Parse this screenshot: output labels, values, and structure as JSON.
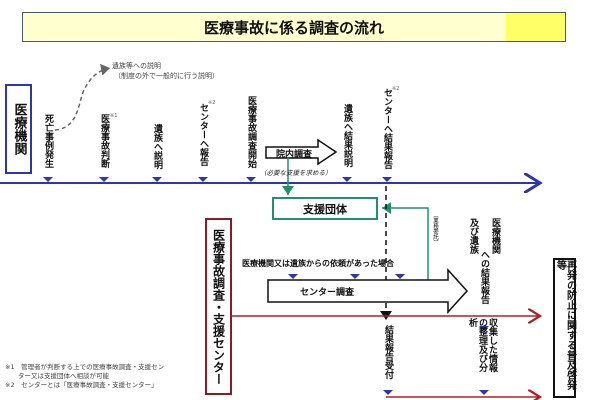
{
  "title": "医療事故に係る調査の流れ",
  "actors": {
    "hospital": "医療機関",
    "center": "医療事故調査・支援センター",
    "support_org": "支援団体",
    "prevention": "再発の防止に関する普及啓発等"
  },
  "hospital_steps": [
    {
      "label": "死亡事例発生",
      "note": ""
    },
    {
      "label": "医療事故判断",
      "note": "※1"
    },
    {
      "label": "遺族へ説明",
      "note": ""
    },
    {
      "label": "センターへ報告",
      "note": "※2"
    },
    {
      "label": "医療事故調査開始",
      "note": ""
    },
    {
      "label": "遺族へ結果説明",
      "note": ""
    },
    {
      "label": "センターへ結果報告",
      "note": "※2"
    }
  ],
  "family_explanation": {
    "line1": "遺族等への説明",
    "line2": "（制度の外で一般的に行う説明）"
  },
  "internal_investigation": "院内調査",
  "request_support": "（必要な支援を求める）",
  "outsourcing": "（業務委託）",
  "request_condition": "医療機関又は遺族からの依頼があった場合",
  "center_investigation": "センター調査",
  "result_report_col1": "医療機関",
  "result_report_col2": "及び遺族",
  "result_report_col3": "への結果報告",
  "result_receipt": "結果報告受付",
  "analysis": "収集した情報の整理及び分析",
  "footnotes": [
    "※1　管理者が判断する上での医療事故調査・支援セン",
    "　　ター又は支援団体へ相談が可能",
    "※2　センターとは「医療事故調査・支援センター」"
  ],
  "colors": {
    "hospital_line": "#2e36a8",
    "center_line": "#b01e2a",
    "support": "#1f9070",
    "title_bg": "#ffffd0",
    "title_accent": "#ffff66"
  }
}
